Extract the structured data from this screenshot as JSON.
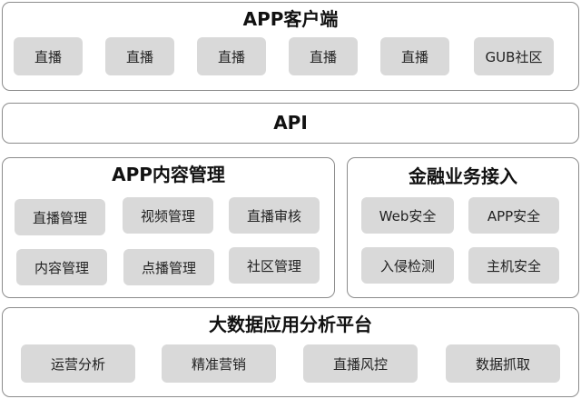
{
  "client": {
    "title": "APP客户端",
    "items": [
      "直播",
      "直播",
      "直播",
      "直播",
      "直播",
      "GUB社区"
    ]
  },
  "api": {
    "title": "API"
  },
  "content_mgmt": {
    "title": "APP内容管理",
    "items": [
      "直播管理",
      "视频管理",
      "直播审核",
      "内容管理",
      "点播管理",
      "社区管理"
    ]
  },
  "finance": {
    "title": "金融业务接入",
    "items": [
      "Web安全",
      "APP安全",
      "入侵检测",
      "主机安全"
    ]
  },
  "bigdata": {
    "title": "大数据应用分析平台",
    "items": [
      "运营分析",
      "精准营销",
      "直播风控",
      "数据抓取"
    ]
  }
}
